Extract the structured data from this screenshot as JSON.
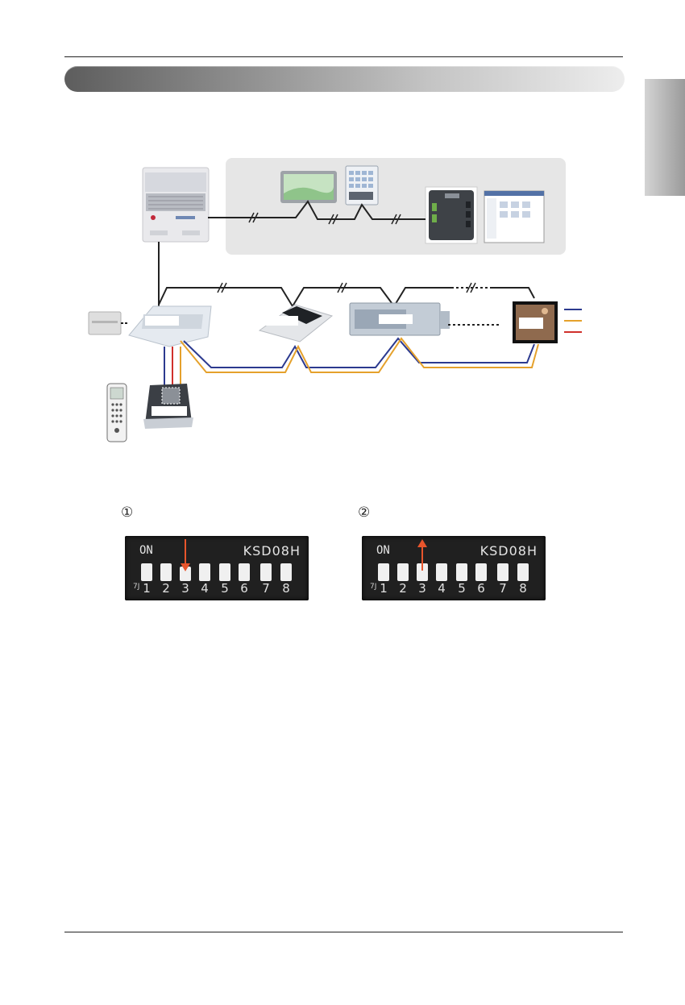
{
  "page": {},
  "diagram": {
    "colors": {
      "panel": "#e6e6e6",
      "bus_line": "#222222",
      "wire_blue": "#2c3a8f",
      "wire_yellow": "#e5a12c",
      "wire_red": "#d0302c",
      "arrow": "#e8552c"
    },
    "icons": [
      "outdoor-unit-icon",
      "central-controller-icon",
      "keypad-controller-icon",
      "gateway-icon",
      "pc-software-icon",
      "ceiling-cassette-icon",
      "duct-unit-icon",
      "thermostat-icon",
      "wired-remote-icon",
      "wireless-remote-icon",
      "receiver-box-icon"
    ]
  },
  "dip_switches": [
    {
      "marker": "①",
      "on_label": "ON",
      "model": "KSD08H",
      "pin_label": "7J",
      "switches": [
        "1",
        "2",
        "3",
        "4",
        "5",
        "6",
        "7",
        "8"
      ],
      "arrow": "down"
    },
    {
      "marker": "②",
      "on_label": "ON",
      "model": "KSD08H",
      "pin_label": "7J",
      "switches": [
        "1",
        "2",
        "3",
        "4",
        "5",
        "6",
        "7",
        "8"
      ],
      "arrow": "up"
    }
  ]
}
